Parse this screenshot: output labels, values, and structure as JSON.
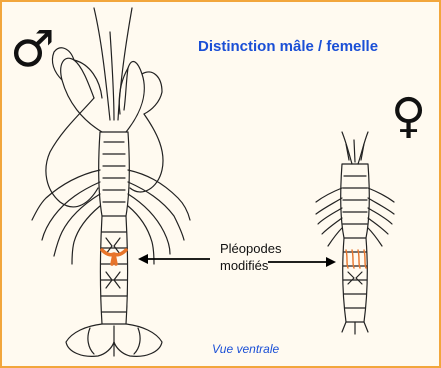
{
  "title": "Distinction mâle / femelle",
  "symbols": {
    "male": "♂",
    "female": "♀"
  },
  "label": {
    "line1": "Pléopodes",
    "line2": "modifiés"
  },
  "caption": "Vue ventrale",
  "colors": {
    "title": "#1a4fd6",
    "border": "#f2a63c",
    "highlight": "#e8742a",
    "background": "#fffaf0"
  }
}
